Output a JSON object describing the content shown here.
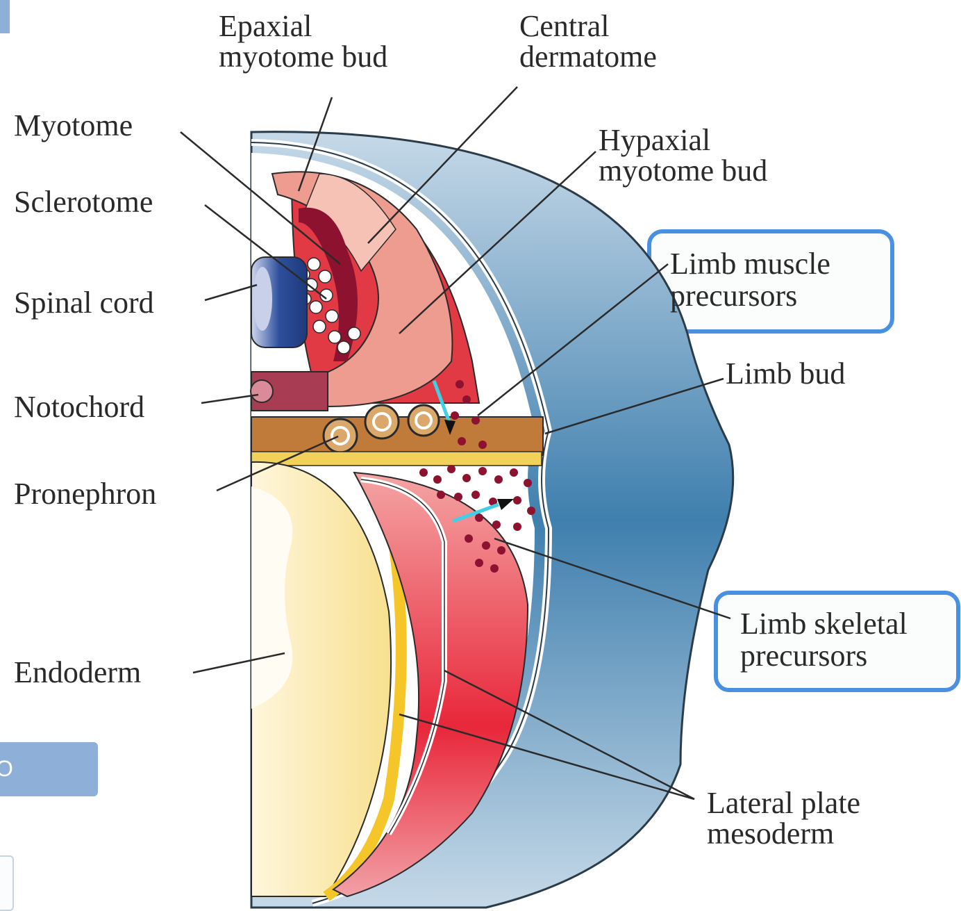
{
  "labels": {
    "epaxial": [
      "Epaxial",
      "myotome bud"
    ],
    "central": [
      "Central",
      "dermatome"
    ],
    "myotome": "Myotome",
    "sclerotome": "Sclerotome",
    "spinal_cord": "Spinal cord",
    "notochord": "Notochord",
    "pronephron": "Pronephron",
    "endoderm": "Endoderm",
    "hypaxial": [
      "Hypaxial",
      "myotome bud"
    ],
    "limb_muscle": [
      "Limb muscle",
      "precursors"
    ],
    "limb_bud": "Limb bud",
    "limb_skeletal": [
      "Limb skeletal",
      "precursors"
    ],
    "lateral_plate": [
      "Lateral plate",
      "mesoderm"
    ]
  },
  "highlighted_labels": [
    "Limb muscle precursors",
    "Limb skeletal precursors"
  ],
  "colors": {
    "ectoderm_blue": "#3c78a6",
    "ectoderm_light": "#c6d9e8",
    "mesoderm_red": "#e8273a",
    "somite_pink": "#ee9c90",
    "endoderm_yellow": "#f9e39a",
    "notochord_maroon": "#a83c52",
    "spinal_cord_blue": "#2e4f9c",
    "highlight_box": "#4a90e2",
    "migration_arrow": "#3fd0e6"
  },
  "side_button": {
    "label": "O"
  }
}
